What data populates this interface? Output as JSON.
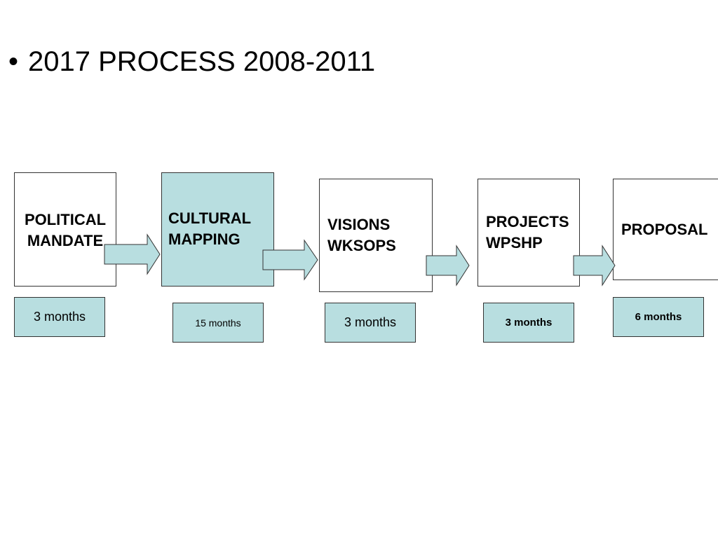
{
  "slide": {
    "bullet": "•",
    "title": "2017 PROCESS 2008-2011"
  },
  "steps": [
    {
      "line1": "POLITICAL",
      "line2": "MANDATE",
      "duration": "3 months"
    },
    {
      "line1": "CULTURAL",
      "line2": "MAPPING",
      "duration": "15 months"
    },
    {
      "line1": "VISIONS",
      "line2": "WKSOPS",
      "duration": "3 months"
    },
    {
      "line1": "PROJECTS",
      "line2": "WPSHP",
      "duration": "3 months"
    },
    {
      "line1": "PROPOSAL",
      "line2": "",
      "duration": "6 months"
    }
  ],
  "colors": {
    "fill": "#b8dee0",
    "border": "#333333"
  }
}
